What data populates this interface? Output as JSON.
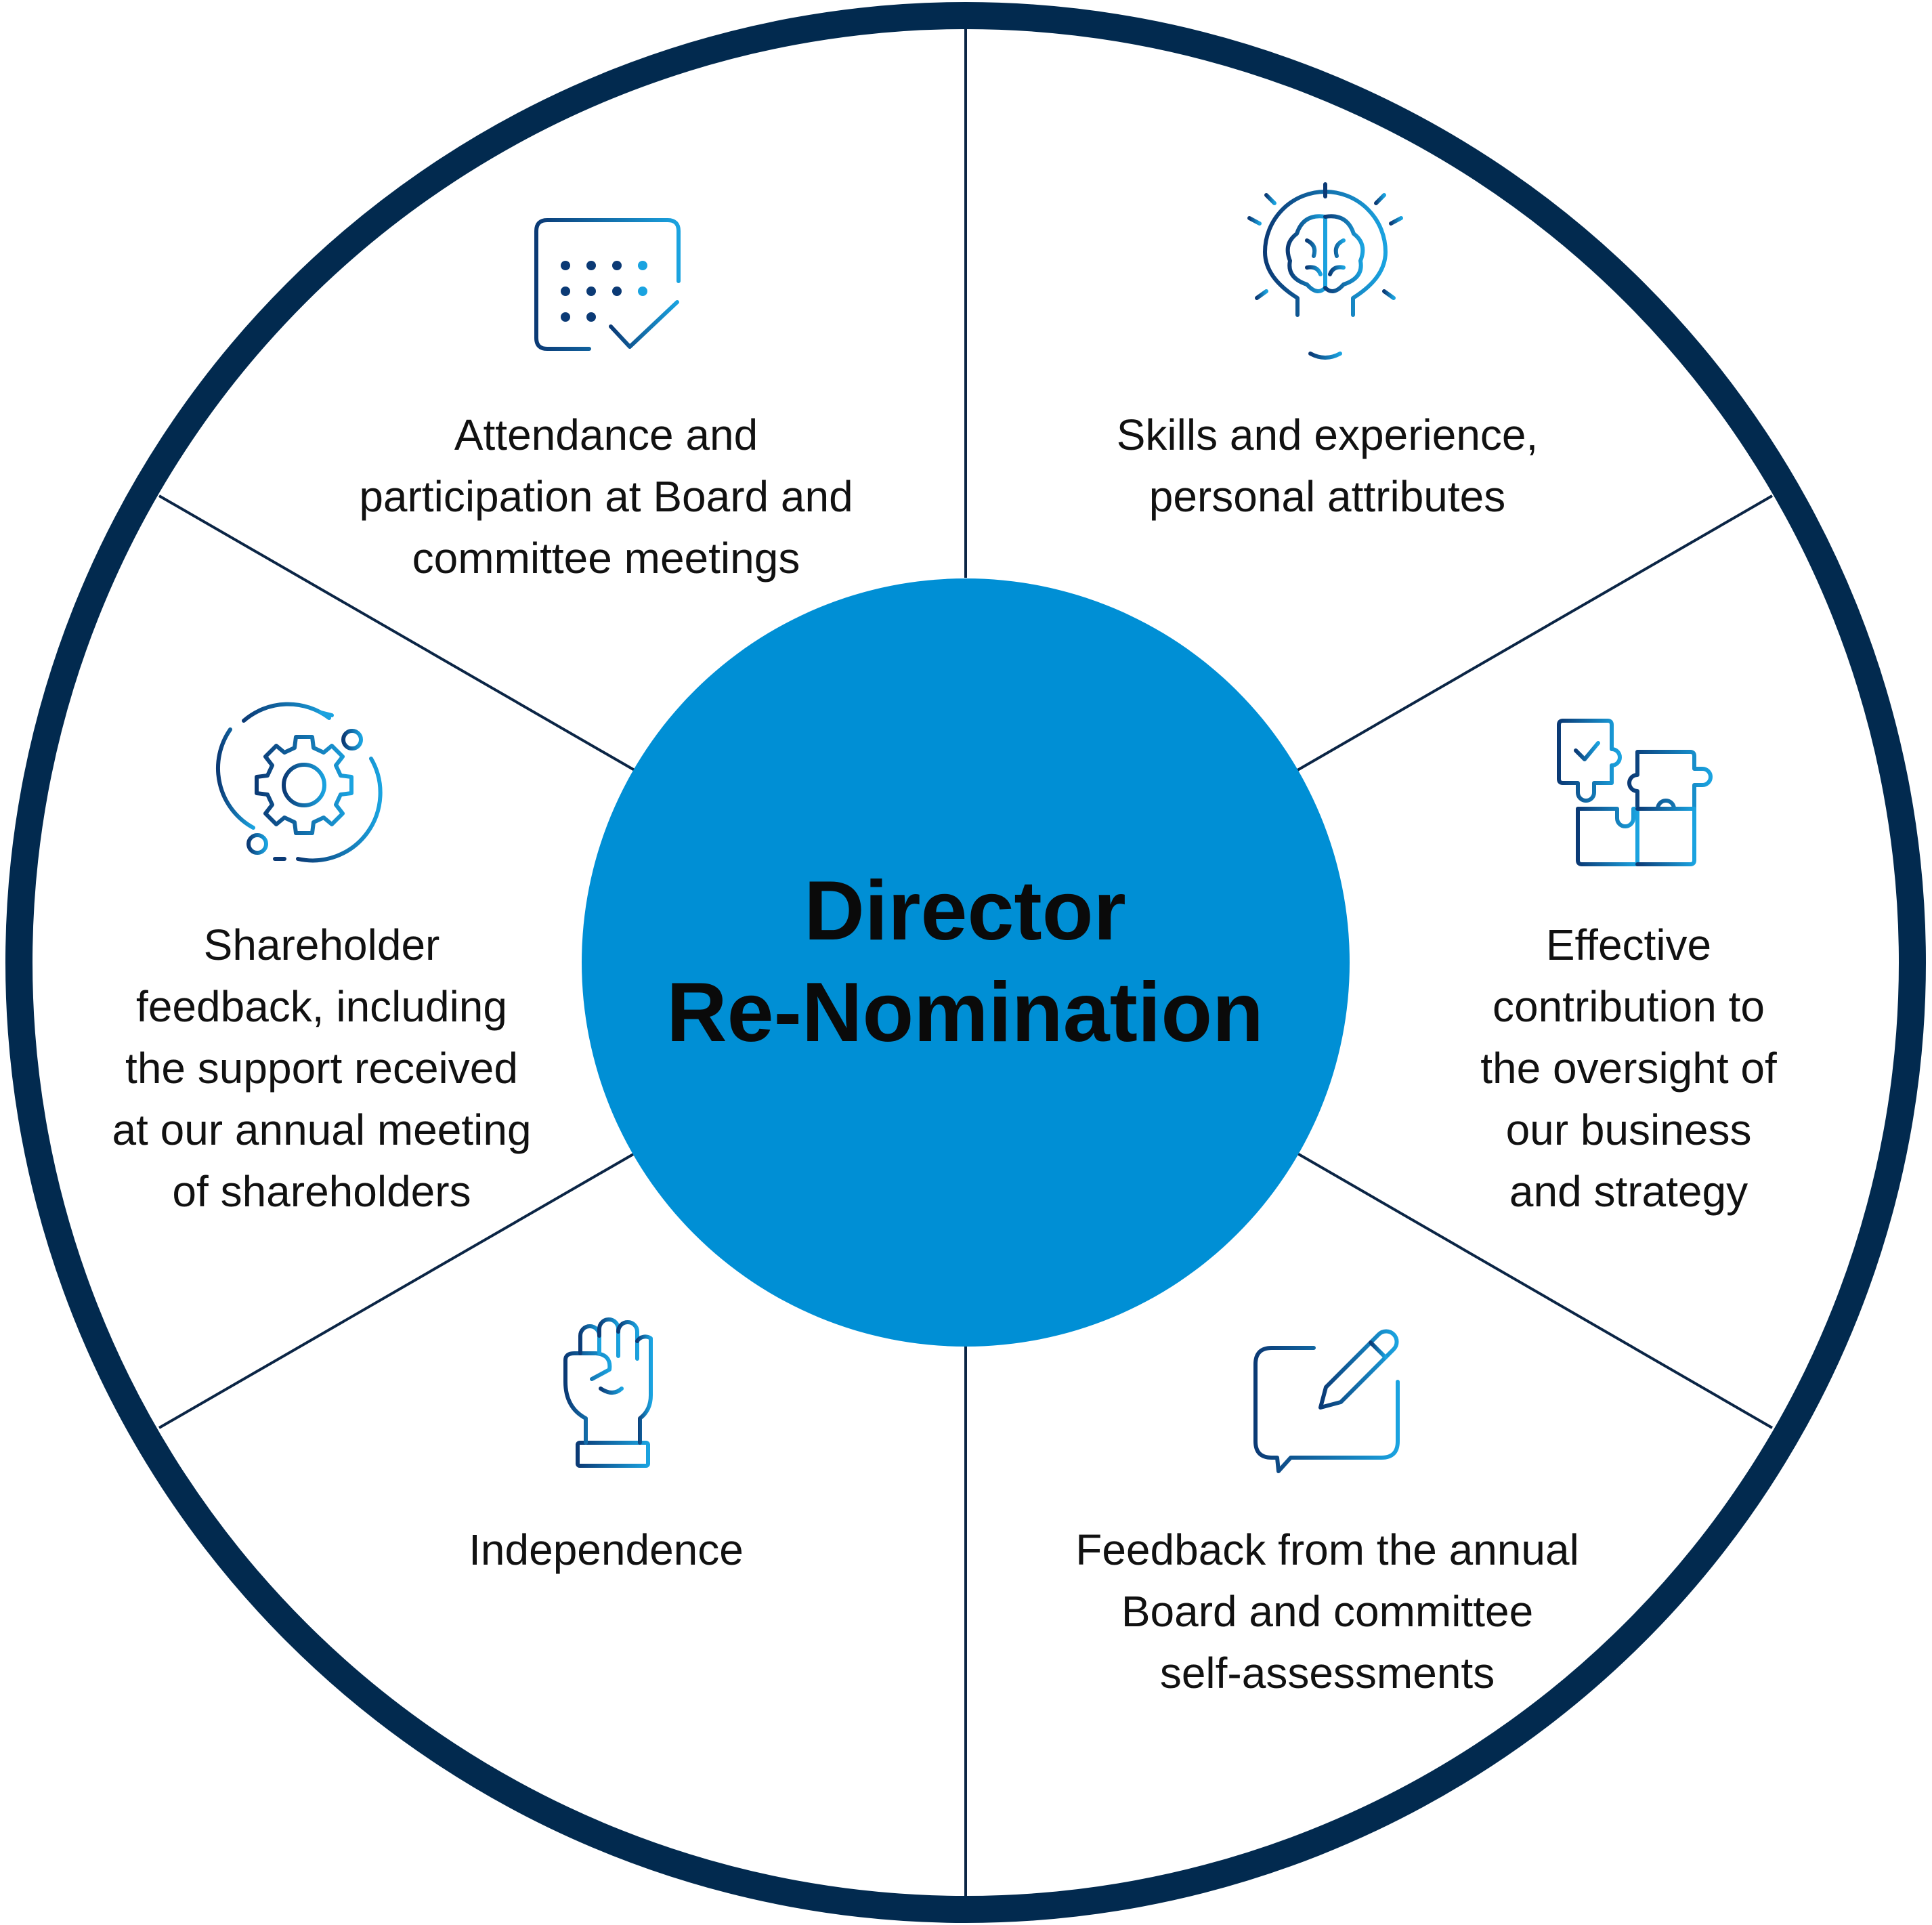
{
  "center": {
    "line1": "Director",
    "line2": "Re-Nomination"
  },
  "segments": [
    {
      "id": "attendance",
      "icon": "calendar-check-icon",
      "lines": [
        "Attendance and",
        "participation at Board and",
        "committee meetings"
      ]
    },
    {
      "id": "skills",
      "icon": "lightbulb-brain-icon",
      "lines": [
        "Skills and experience,",
        "personal attributes"
      ]
    },
    {
      "id": "contribution",
      "icon": "puzzle-pieces-icon",
      "lines": [
        "Effective",
        "contribution to",
        "the oversight of",
        "our business",
        "and strategy"
      ]
    },
    {
      "id": "self-assessment",
      "icon": "chat-pencil-icon",
      "lines": [
        "Feedback from the annual",
        "Board and committee",
        "self-assessments"
      ]
    },
    {
      "id": "independence",
      "icon": "raised-fist-icon",
      "lines": [
        "Independence"
      ]
    },
    {
      "id": "shareholder",
      "icon": "gear-orbit-icon",
      "lines": [
        "Shareholder",
        "feedback, including",
        "the support received",
        "at our annual meeting",
        "of shareholders"
      ]
    }
  ],
  "colors": {
    "outer_ring": "#022a4f",
    "divider": "#0b2545",
    "center_fill": "#008fd5",
    "icon_dark": "#0b3a75",
    "icon_light": "#1aa3e0",
    "text": "#111111"
  }
}
